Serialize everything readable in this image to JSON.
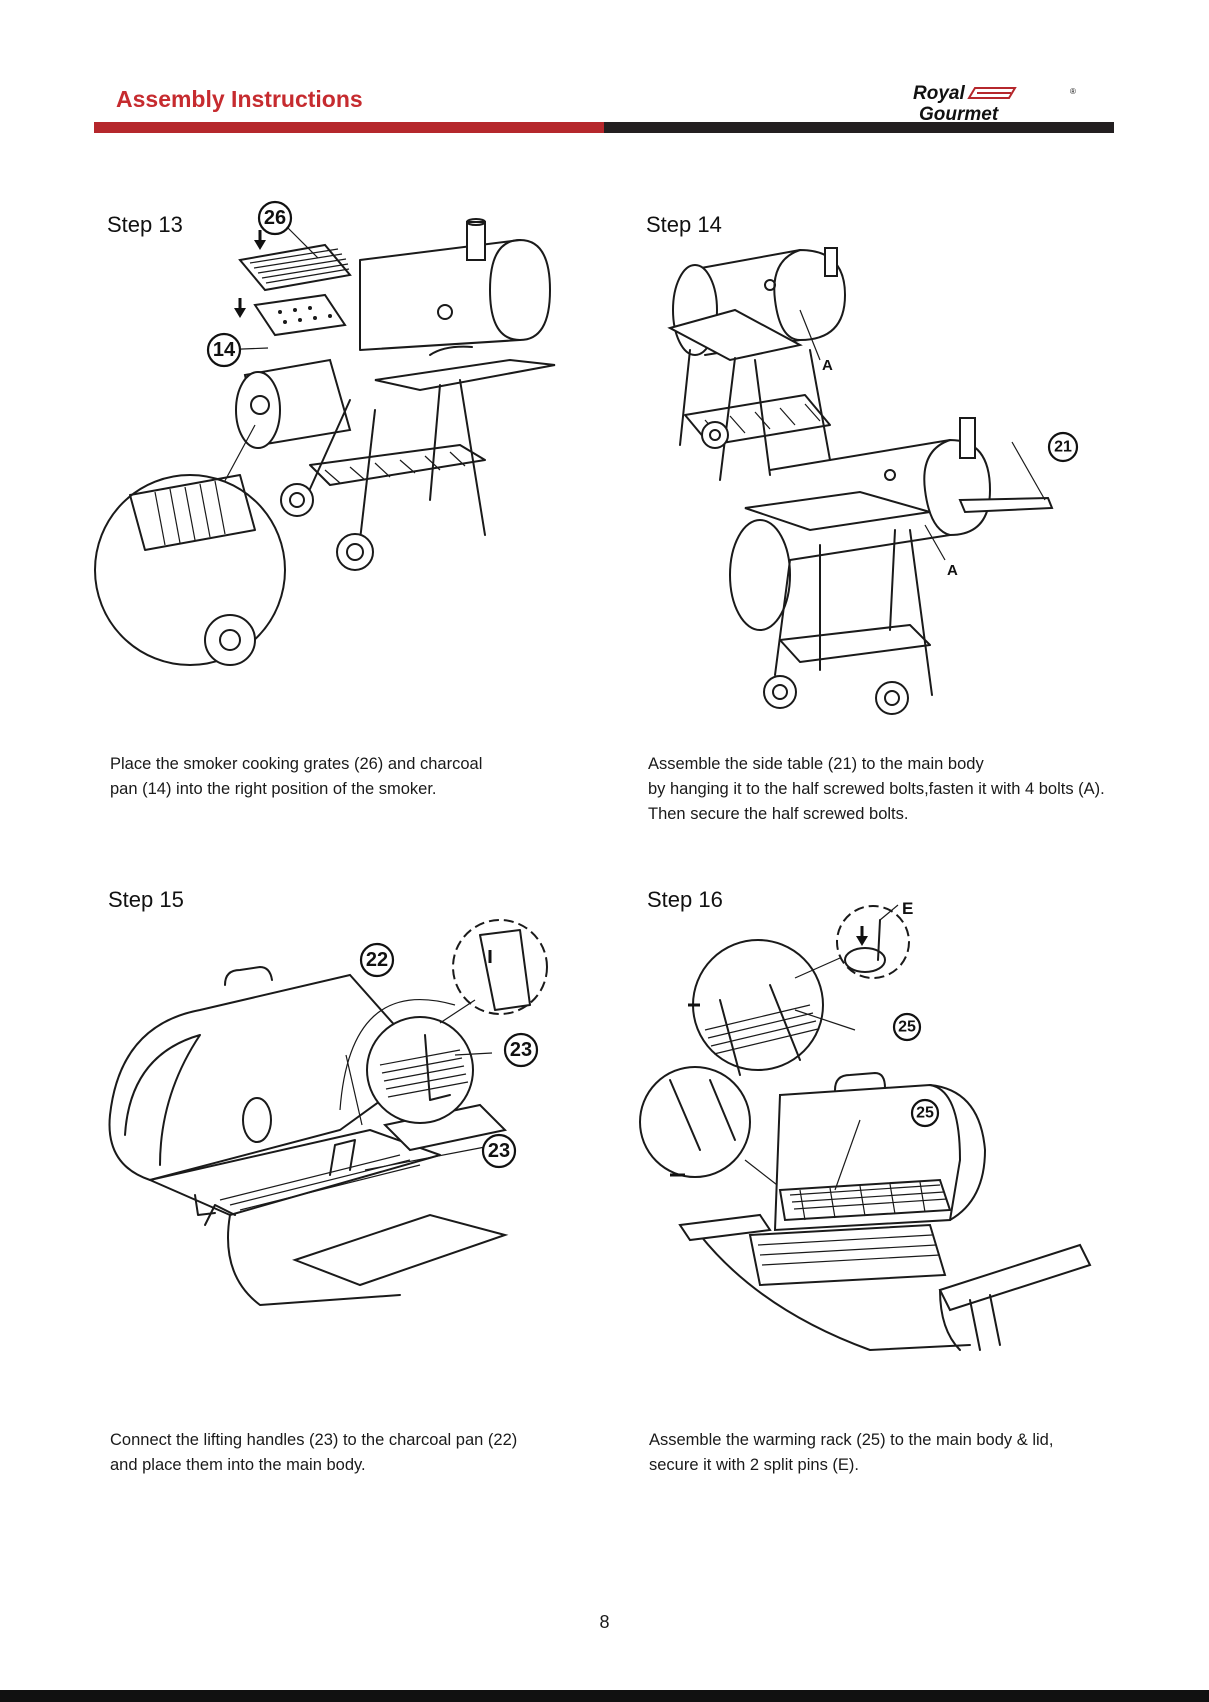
{
  "header": {
    "title": "Assembly Instructions",
    "logo_line1": "Royal",
    "logo_line2": "Gourmet",
    "logo_registered": "®",
    "accent_color": "#b5272c",
    "dark_color": "#231f20"
  },
  "steps": [
    {
      "label": "Step 13",
      "callouts": [
        "26",
        "14"
      ],
      "lines": [
        "Place the smoker cooking grates (26) and charcoal",
        "pan (14) into the right position of the smoker."
      ]
    },
    {
      "label": "Step 14",
      "callouts": [
        "21"
      ],
      "letters": [
        "A",
        "A"
      ],
      "lines": [
        "Assemble the side table (21) to the main body",
        "by hanging it to the half screwed bolts,fasten it with 4 bolts (A).",
        "Then secure the half screwed bolts."
      ]
    },
    {
      "label": "Step 15",
      "callouts": [
        "22",
        "23",
        "23"
      ],
      "lines": [
        "Connect the lifting handles (23) to the charcoal pan (22)",
        "and place them into the main body."
      ]
    },
    {
      "label": "Step 16",
      "callouts": [
        "25",
        "25"
      ],
      "letters": [
        "E"
      ],
      "lines": [
        "Assemble the warming rack (25) to the main body & lid,",
        "secure it with 2 split pins (E)."
      ]
    }
  ],
  "page_number": "8"
}
